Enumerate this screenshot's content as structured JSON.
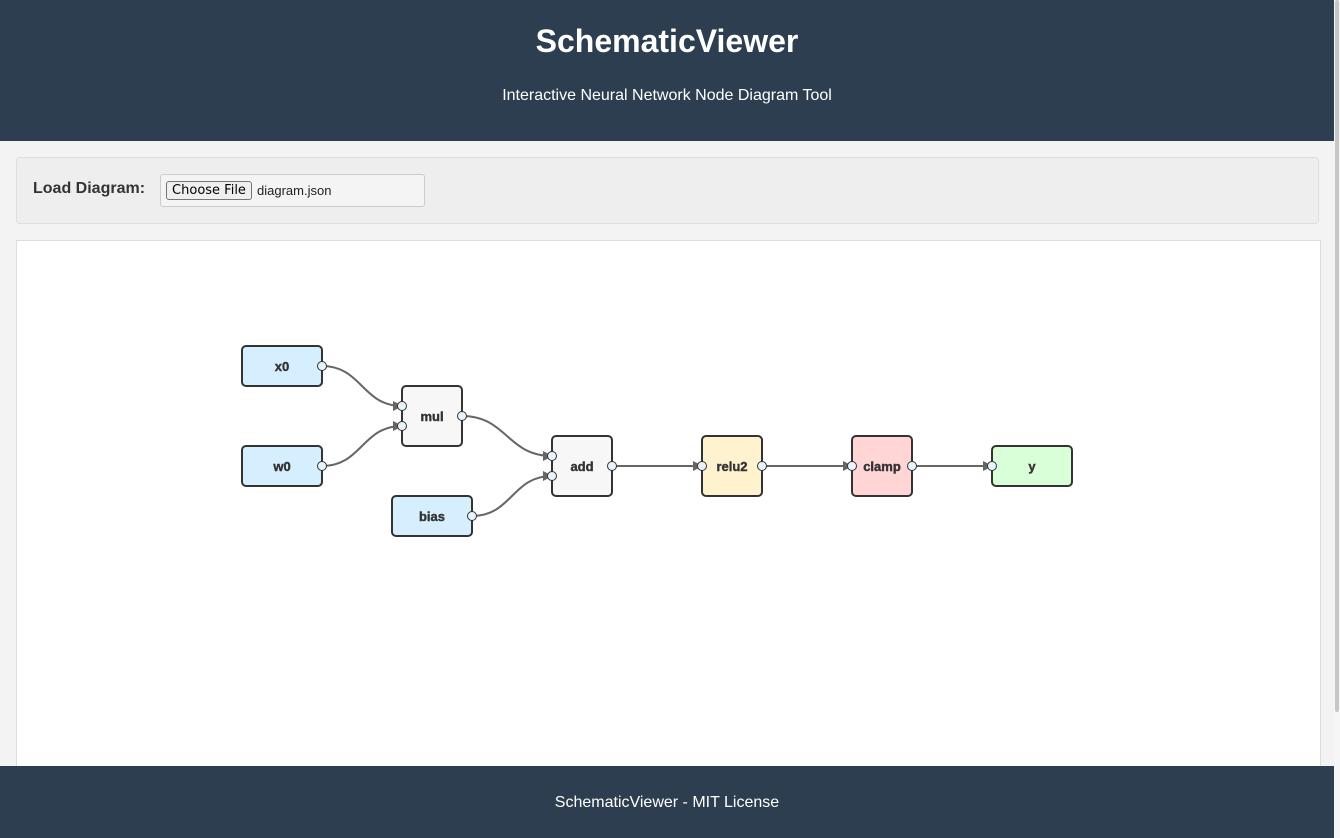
{
  "header": {
    "title": "SchematicViewer",
    "subtitle": "Interactive Neural Network Node Diagram Tool"
  },
  "toolbar": {
    "load_label": "Load Diagram:",
    "choose_file_label": "Choose File",
    "file_name": "diagram.json"
  },
  "diagram": {
    "nodes": [
      {
        "id": "x0",
        "label": "x0",
        "kind": "input",
        "color": "#d6efff"
      },
      {
        "id": "w0",
        "label": "w0",
        "kind": "input",
        "color": "#d6efff"
      },
      {
        "id": "mul",
        "label": "mul",
        "kind": "op",
        "color": "#f7f7f7"
      },
      {
        "id": "bias",
        "label": "bias",
        "kind": "input",
        "color": "#d6efff"
      },
      {
        "id": "add",
        "label": "add",
        "kind": "op",
        "color": "#f7f7f7"
      },
      {
        "id": "relu2",
        "label": "relu2",
        "kind": "activation",
        "color": "#fff2cf"
      },
      {
        "id": "clamp",
        "label": "clamp",
        "kind": "clamp",
        "color": "#ffd5d5"
      },
      {
        "id": "y",
        "label": "y",
        "kind": "output",
        "color": "#d9ffd9"
      }
    ],
    "edges": [
      {
        "from": "x0",
        "to": "mul",
        "port": 0
      },
      {
        "from": "w0",
        "to": "mul",
        "port": 1
      },
      {
        "from": "mul",
        "to": "add",
        "port": 0
      },
      {
        "from": "bias",
        "to": "add",
        "port": 1
      },
      {
        "from": "add",
        "to": "relu2",
        "port": 0
      },
      {
        "from": "relu2",
        "to": "clamp",
        "port": 0
      },
      {
        "from": "clamp",
        "to": "y",
        "port": 0
      }
    ],
    "colors": {
      "edge": "#666666",
      "node_border": "#333333",
      "port_fill": "#e8f4fc"
    }
  },
  "footer": {
    "text": "SchematicViewer - MIT License"
  }
}
